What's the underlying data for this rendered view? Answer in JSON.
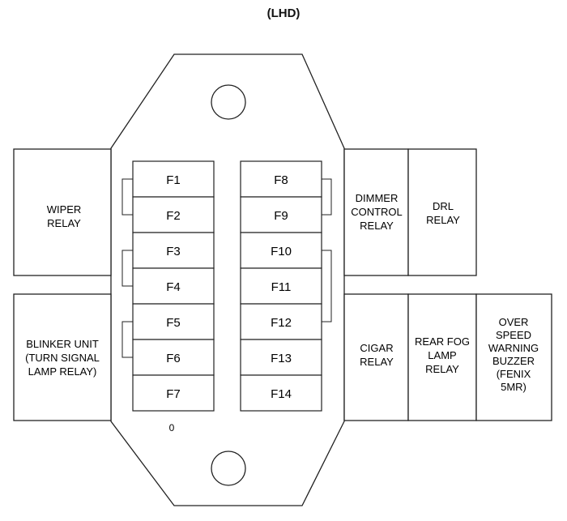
{
  "title": "(LHD)",
  "fuses_left": [
    "F1",
    "F2",
    "F3",
    "F4",
    "F5",
    "F6",
    "F7"
  ],
  "fuses_right": [
    "F8",
    "F9",
    "F10",
    "F11",
    "F12",
    "F13",
    "F14"
  ],
  "relays": {
    "wiper": [
      "WIPER",
      "RELAY"
    ],
    "blinker": [
      "BLINKER UNIT",
      "(TURN SIGNAL",
      "LAMP RELAY)"
    ],
    "dimmer": [
      "DIMMER",
      "CONTROL",
      "RELAY"
    ],
    "drl": [
      "DRL",
      "RELAY"
    ],
    "cigar": [
      "CIGAR",
      "RELAY"
    ],
    "rear_fog": [
      "REAR FOG",
      "LAMP",
      "RELAY"
    ],
    "over_speed": [
      "OVER",
      "SPEED",
      "WARNING",
      "BUZZER",
      "(FENIX",
      "5MR)"
    ]
  },
  "bottom_mark": "0"
}
